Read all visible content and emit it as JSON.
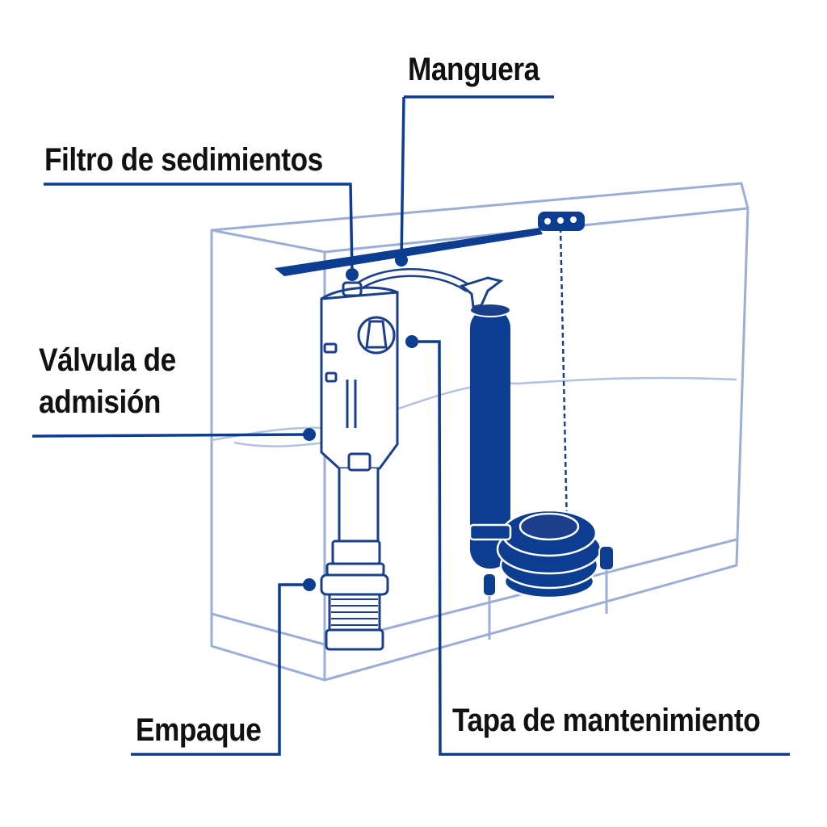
{
  "labels": {
    "manguera": "Manguera",
    "filtro": "Filtro de sedimientos",
    "valvula_line1": "Válvula de",
    "valvula_line2": "admisión",
    "empaque": "Empaque",
    "tapa": "Tapa de mantenimiento"
  },
  "colors": {
    "accent": "#0d3d91",
    "outline": "#1b3f8b",
    "tank": "#9aaed6",
    "text": "#111111",
    "background": "#ffffff"
  }
}
